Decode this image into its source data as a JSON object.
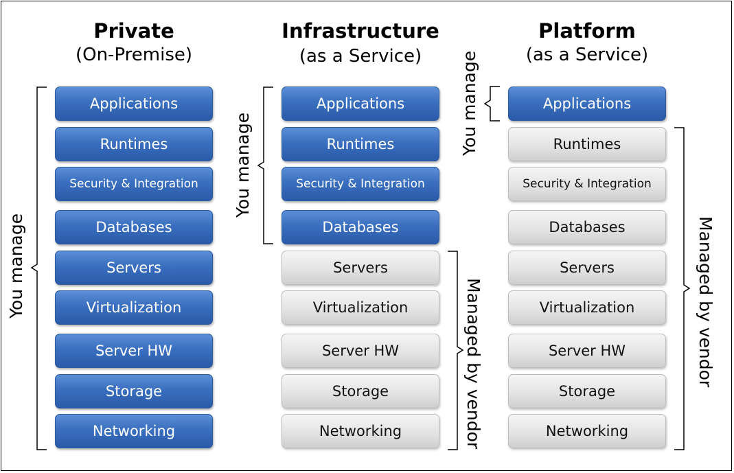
{
  "columns": [
    {
      "title": "Private",
      "subtitle": "(On-Premise)",
      "manage_label": "You manage",
      "items": [
        {
          "label": "Applications",
          "managed_by": "you"
        },
        {
          "label": "Runtimes",
          "managed_by": "you"
        },
        {
          "label": "Security & Integration",
          "managed_by": "you"
        },
        {
          "label": "Databases",
          "managed_by": "you"
        },
        {
          "label": "Servers",
          "managed_by": "you"
        },
        {
          "label": "Virtualization",
          "managed_by": "you"
        },
        {
          "label": "Server HW",
          "managed_by": "you"
        },
        {
          "label": "Storage",
          "managed_by": "you"
        },
        {
          "label": "Networking",
          "managed_by": "you"
        }
      ]
    },
    {
      "title": "Infrastructure",
      "subtitle": "(as a Service)",
      "manage_label": "You manage",
      "vendor_label": "Managed by vendor",
      "items": [
        {
          "label": "Applications",
          "managed_by": "you"
        },
        {
          "label": "Runtimes",
          "managed_by": "you"
        },
        {
          "label": "Security & Integration",
          "managed_by": "you"
        },
        {
          "label": "Databases",
          "managed_by": "you"
        },
        {
          "label": "Servers",
          "managed_by": "vendor"
        },
        {
          "label": "Virtualization",
          "managed_by": "vendor"
        },
        {
          "label": "Server HW",
          "managed_by": "vendor"
        },
        {
          "label": "Storage",
          "managed_by": "vendor"
        },
        {
          "label": "Networking",
          "managed_by": "vendor"
        }
      ]
    },
    {
      "title": "Platform",
      "subtitle": "(as a Service)",
      "manage_label": "You manage",
      "vendor_label": "Managed by vendor",
      "items": [
        {
          "label": "Applications",
          "managed_by": "you"
        },
        {
          "label": "Runtimes",
          "managed_by": "vendor"
        },
        {
          "label": "Security & Integration",
          "managed_by": "vendor"
        },
        {
          "label": "Databases",
          "managed_by": "vendor"
        },
        {
          "label": "Servers",
          "managed_by": "vendor"
        },
        {
          "label": "Virtualization",
          "managed_by": "vendor"
        },
        {
          "label": "Server HW",
          "managed_by": "vendor"
        },
        {
          "label": "Storage",
          "managed_by": "vendor"
        },
        {
          "label": "Networking",
          "managed_by": "vendor"
        }
      ]
    }
  ],
  "colors": {
    "you_managed": "#3a6fbf",
    "vendor_managed": "#e4e4e4"
  }
}
